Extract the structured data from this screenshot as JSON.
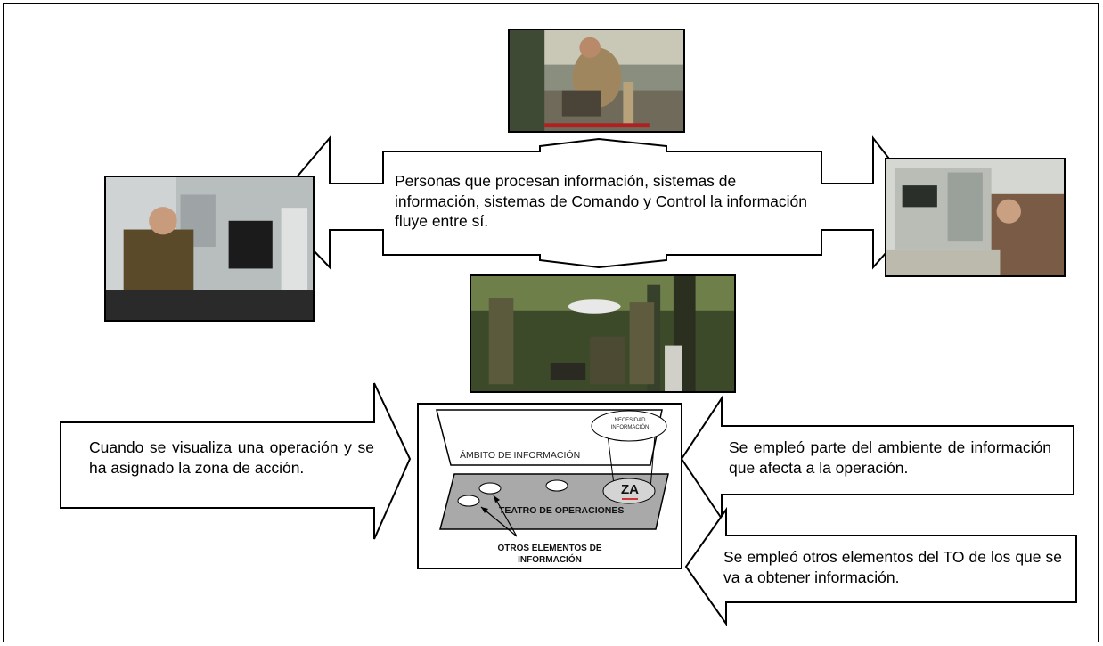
{
  "center_text": "Personas que procesan información, sistemas de información, sistemas de Comando y Control la información fluye entre sí.",
  "left_text": "Cuando se visualiza una operación y se ha asignado la zona de acción.",
  "right_top_text": "Se empleó parte del ambiente de información que afecta a la operación.",
  "right_bottom_text": "Se empleó otros elementos del TO de los que se va a obtener información.",
  "diagram": {
    "necesidad": "NECESIDAD INFORMACIÓN",
    "ambito": "ÁMBITO DE INFORMACIÓN",
    "za": "ZA",
    "teatro": "TEATRO DE OPERACIONES",
    "otros": "OTROS ELEMENTOS DE INFORMACIÓN"
  },
  "photos": {
    "top": "soldier-radio-photo",
    "left": "radio-operator-console-photo",
    "right": "control-room-operator-photo",
    "center": "soldiers-drone-forest-photo"
  }
}
